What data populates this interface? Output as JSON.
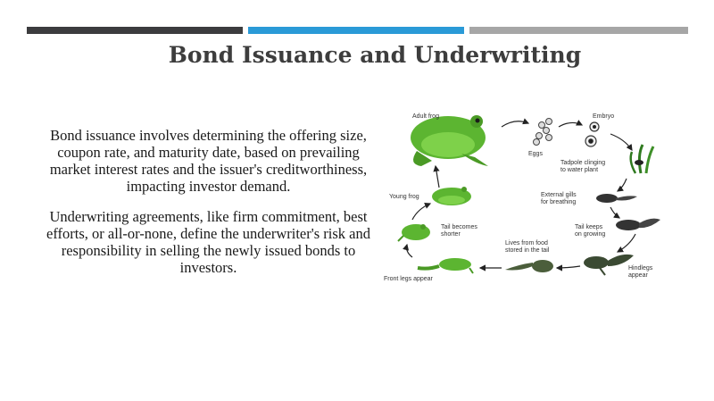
{
  "slide": {
    "title": "Bond Issuance and Underwriting",
    "paragraphs": [
      "Bond issuance involves determining the offering size, coupon rate, and maturity date, based on prevailing market interest rates and the issuer's creditworthiness, impacting investor demand.",
      "Underwriting agreements, like firm commitment, best efforts, or all-or-none, define the underwriter's risk and responsibility in selling the newly issued bonds to investors."
    ]
  },
  "diagram": {
    "labels": {
      "adult_frog": "Adult frog",
      "eggs": "Eggs",
      "embryo": "Embryo",
      "tadpole_clinging_1": "Tadpole clinging",
      "tadpole_clinging_2": "to water plant",
      "external_gills_1": "External gills",
      "external_gills_2": "for breathing",
      "tail_keeps_1": "Tail keeps",
      "tail_keeps_2": "on growing",
      "hindlegs_1": "Hindlegs",
      "hindlegs_2": "appear",
      "lives_food_1": "Lives from food",
      "lives_food_2": "stored in the tail",
      "front_legs": "Front legs appear",
      "tail_shorter_1": "Tail becomes",
      "tail_shorter_2": "shorter",
      "young_frog": "Young frog"
    }
  },
  "colors": {
    "bar_dark": "#3c3c3e",
    "bar_blue": "#2a9ad7",
    "bar_gray": "#a6a6a6",
    "frog_green": "#5cb531"
  }
}
